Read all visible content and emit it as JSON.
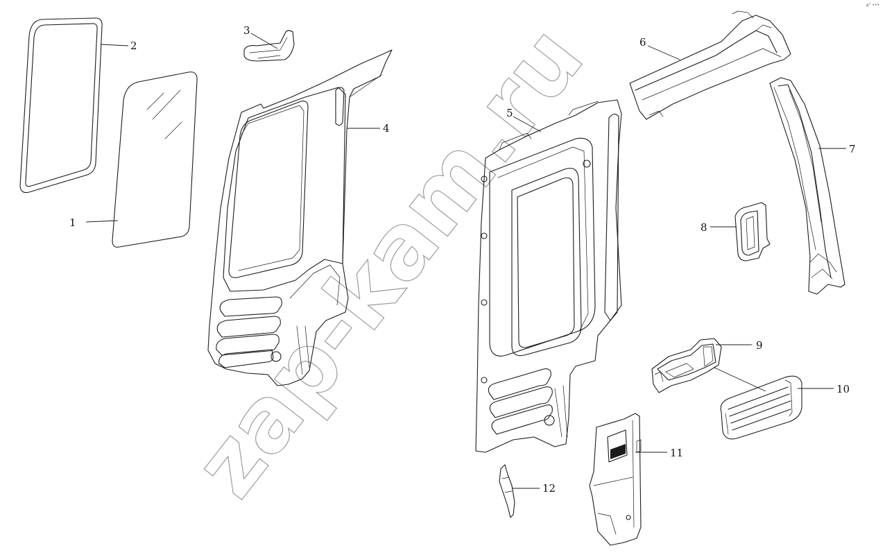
{
  "callouts": [
    {
      "id": "1",
      "label": "1"
    },
    {
      "id": "2",
      "label": "2"
    },
    {
      "id": "3",
      "label": "3"
    },
    {
      "id": "4",
      "label": "4"
    },
    {
      "id": "5",
      "label": "5"
    },
    {
      "id": "6",
      "label": "6"
    },
    {
      "id": "7",
      "label": "7"
    },
    {
      "id": "8",
      "label": "8"
    },
    {
      "id": "9",
      "label": "9"
    },
    {
      "id": "10",
      "label": "10"
    },
    {
      "id": "11",
      "label": "11"
    },
    {
      "id": "12",
      "label": "12"
    }
  ],
  "watermark": {
    "text": "zap-kam.ru"
  },
  "corner_mark": {
    "text": "a° •••"
  },
  "colors": {
    "line": "#1a1a1a",
    "watermark": "#9a9a9a",
    "background": "#ffffff"
  }
}
